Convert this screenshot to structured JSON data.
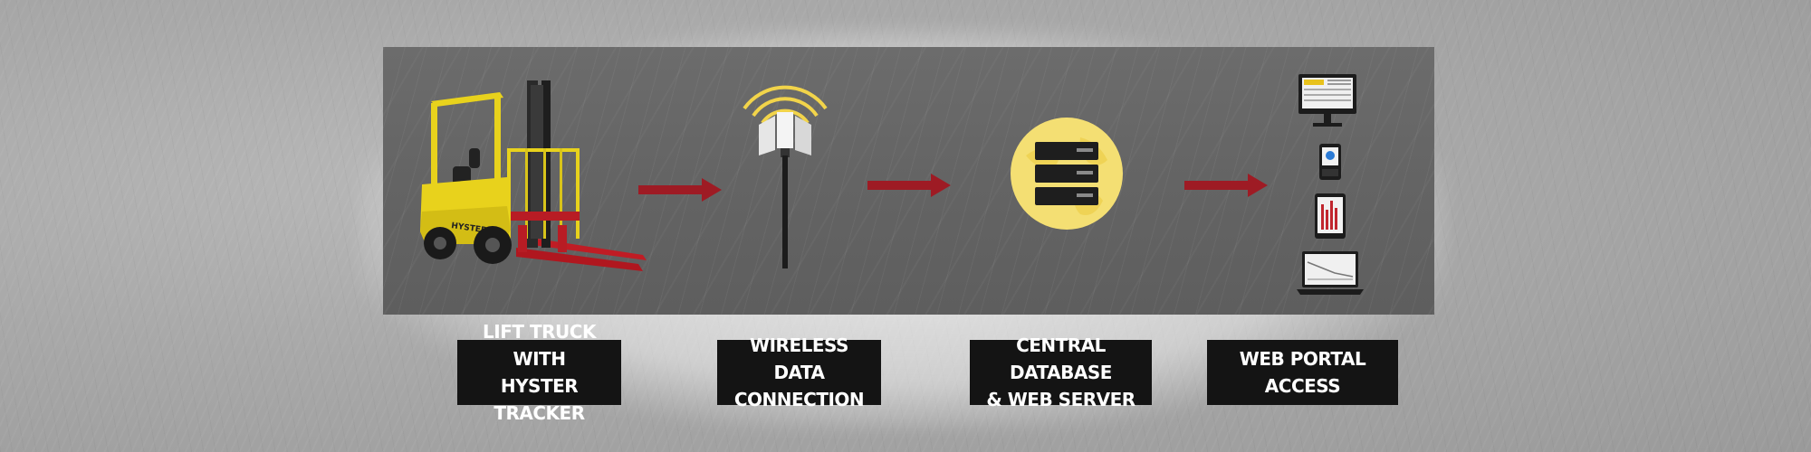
{
  "steps": [
    {
      "line1": "LIFT TRUCK WITH",
      "line2": "HYSTER TRACKER"
    },
    {
      "line1": "WIRELESS DATA",
      "line2": "CONNECTION"
    },
    {
      "line1": "CENTRAL DATABASE",
      "line2": "& WEB SERVER"
    },
    {
      "line1": "WEB PORTAL ACCESS",
      "line2": ""
    }
  ],
  "forklift": {
    "brand_text": "HYSTER"
  },
  "colors": {
    "arrow": "#9e1b24",
    "forklift_yellow": "#e8d21c",
    "label_bg": "#141414",
    "globe_yellow": "#f4df73",
    "signal_yellow": "#f2d44a"
  },
  "icons": [
    "forklift-icon",
    "cell-tower-icon",
    "server-globe-icon",
    "monitor-icon",
    "smartphone-icon",
    "tablet-icon",
    "laptop-icon"
  ]
}
